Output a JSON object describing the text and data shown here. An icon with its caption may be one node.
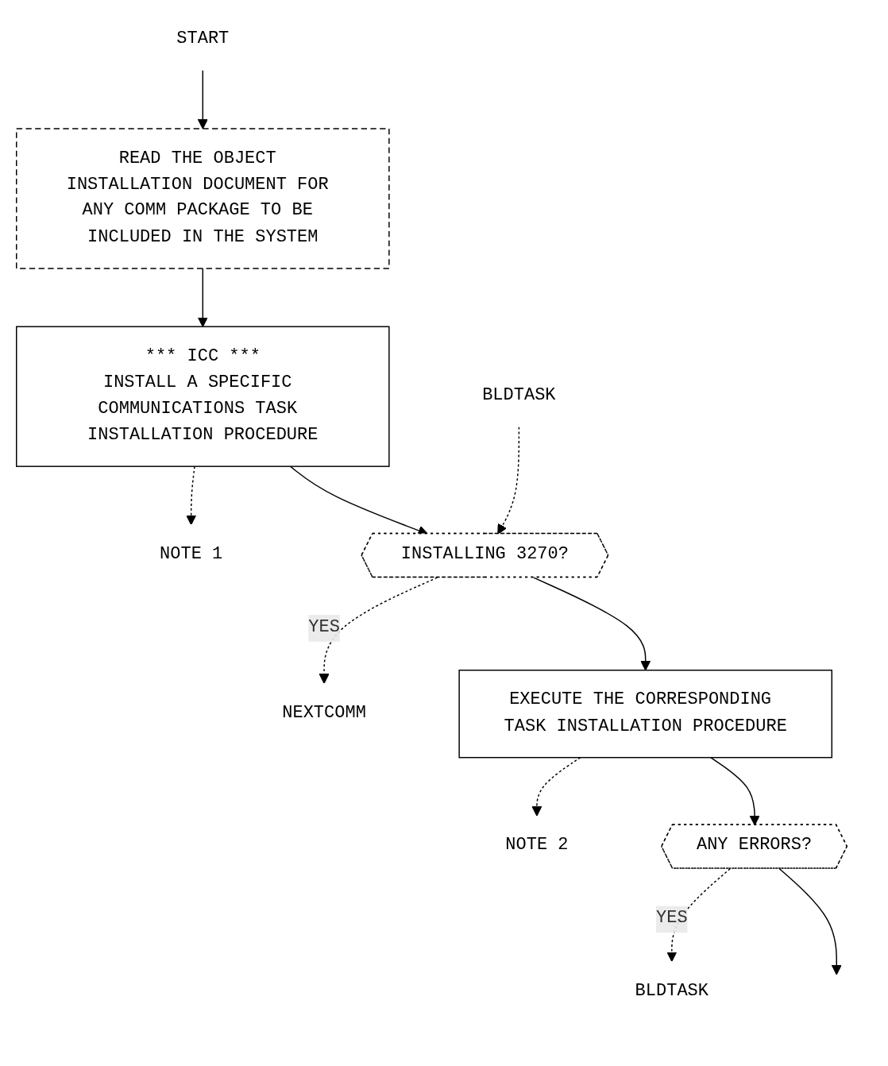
{
  "diagram": {
    "nodes": [
      {
        "text": [
          "START"
        ]
      },
      {
        "text": [
          "READ THE OBJECT INSTALLATION DOCUMENT FOR ANY COMM PACKAGE TO BE INCLUDED IN THE SYSTEM"
        ]
      },
      {
        "text": [
          "*** ICC ***",
          "INSTALL A SPECIFIC COMMUNICATIONS TASK INSTALLATION PROCEDURE"
        ]
      },
      {
        "text": [
          "NOTE 1"
        ]
      },
      {
        "text": [
          "BLDTASK"
        ]
      },
      {
        "text": [
          "INSTALLING 3270?"
        ]
      },
      {
        "text": [
          "NEXTCOMM"
        ]
      },
      {
        "text": [
          "EXECUTE THE CORRESPONDING TASK INSTALLATION PROCEDURE"
        ]
      },
      {
        "text": [
          "NOTE 2"
        ]
      },
      {
        "text": [
          "ANY ERRORS?"
        ]
      },
      {
        "text": [
          "BLDTASK"
        ]
      }
    ],
    "edges": [
      {
        "from": 0,
        "to": 1,
        "arrow": "to"
      },
      {
        "from": 1,
        "to": 2,
        "arrow": "to"
      },
      {
        "from": 2,
        "to": 3,
        "arrow": "to",
        "style": "dashed"
      },
      {
        "from": 2,
        "to": 5,
        "arrow": "to"
      },
      {
        "from": 4,
        "to": 5,
        "arrow": "to",
        "style": "dashed"
      },
      {
        "from": 5,
        "to": 6,
        "arrow": "to",
        "label": "YES",
        "style": "dashed"
      },
      {
        "from": 5,
        "to": 7,
        "arrow": "to"
      },
      {
        "from": 7,
        "to": 8,
        "arrow": "to",
        "style": "dashed"
      },
      {
        "from": 7,
        "to": 9,
        "arrow": "to"
      },
      {
        "from": 9,
        "to": 10,
        "arrow": "to",
        "label": "YES",
        "style": "dashed"
      },
      {
        "from": 9,
        "to": null,
        "arrow": "to"
      }
    ]
  }
}
